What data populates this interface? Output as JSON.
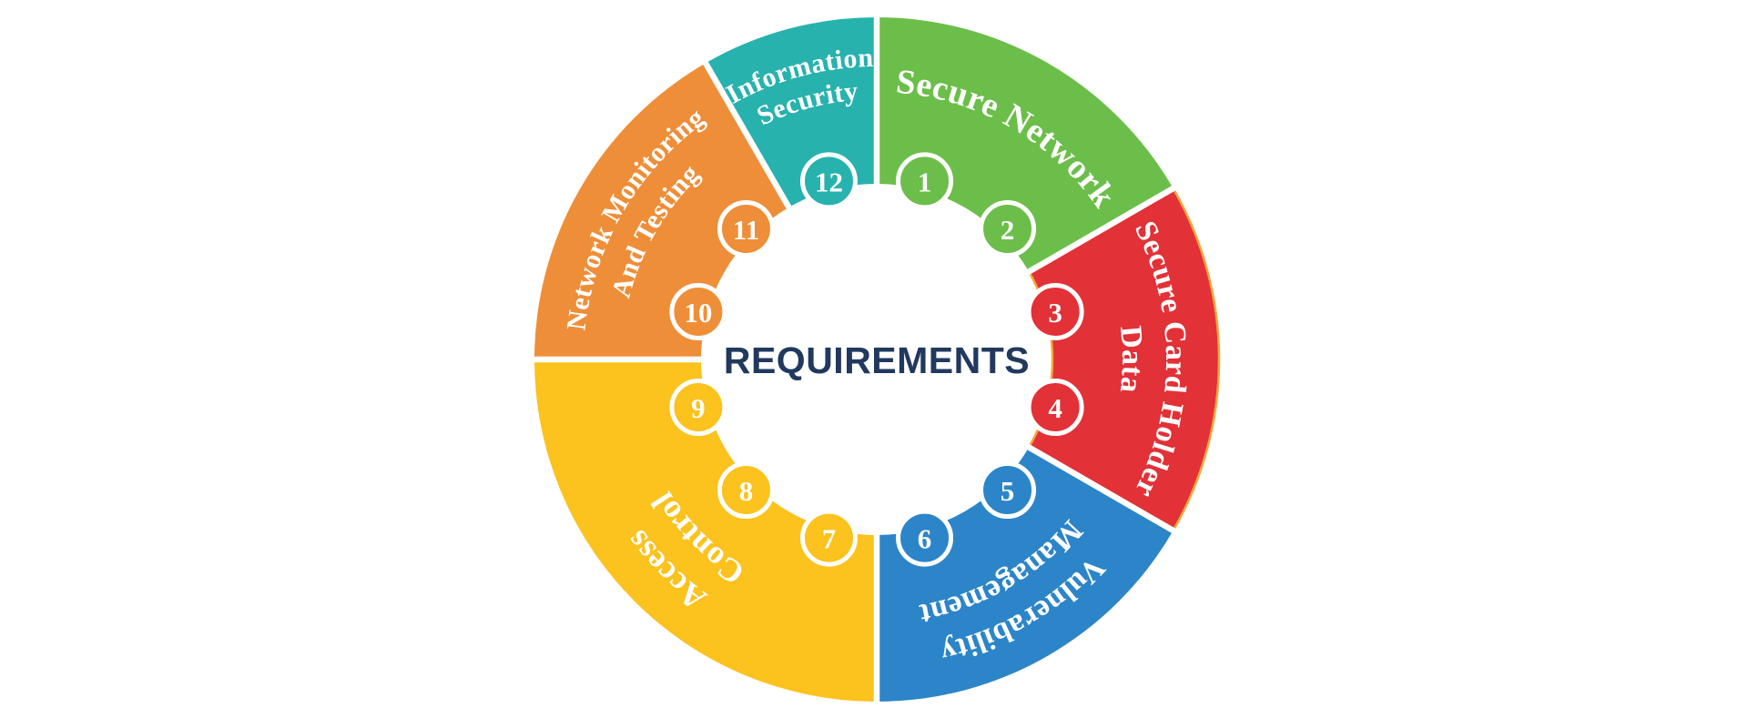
{
  "center_title": "REQUIREMENTS",
  "center_title_color": "#21395E",
  "background_color": "#FFFFFF",
  "divider_color": "#FFFFFF",
  "label_text_color": "#FFFFFF",
  "wheel": {
    "segments": [
      {
        "id": "information-security",
        "color": "#27B2AE",
        "start_angle": -30,
        "end_angle": 0,
        "label_lines": [
          {
            "text": "Information",
            "radius": 322,
            "font_size": 30
          },
          {
            "text": "Security",
            "radius": 286,
            "font_size": 30
          }
        ],
        "numbers": [
          {
            "label": "12",
            "angle": -15
          }
        ]
      },
      {
        "id": "secure-network",
        "color": "#6CBE4A",
        "start_angle": 0,
        "end_angle": 60,
        "label_lines": [
          {
            "text": "Secure Network",
            "radius": 294,
            "font_size": 38
          }
        ],
        "numbers": [
          {
            "label": "1",
            "angle": 15
          },
          {
            "label": "2",
            "angle": 45
          }
        ]
      },
      {
        "id": "secure-card-holder-data",
        "color": "#E23137",
        "outline_color": "#F5A83B",
        "start_angle": 60,
        "end_angle": 120,
        "label_lines": [
          {
            "text": "Secure Card Holder",
            "radius": 318,
            "font_size": 34
          },
          {
            "text": "Data",
            "radius": 270,
            "font_size": 34
          }
        ],
        "numbers": [
          {
            "label": "3",
            "angle": 75
          },
          {
            "label": "4",
            "angle": 105
          }
        ]
      },
      {
        "id": "vulnerability-management",
        "color": "#2C85C8",
        "start_angle": 120,
        "end_angle": 180,
        "label_lines": [
          {
            "text": "Vulnerability",
            "radius": 320,
            "font_size": 34
          },
          {
            "text": "Management",
            "radius": 274,
            "font_size": 34
          }
        ],
        "numbers": [
          {
            "label": "5",
            "angle": 135
          },
          {
            "label": "6",
            "angle": 165
          }
        ]
      },
      {
        "id": "access-control",
        "color": "#FCC21D",
        "start_angle": 180,
        "end_angle": 270,
        "label_lines": [
          {
            "text": "Access",
            "radius": 318,
            "font_size": 36
          },
          {
            "text": "Control",
            "radius": 270,
            "font_size": 36
          }
        ],
        "numbers": [
          {
            "label": "7",
            "angle": 195
          },
          {
            "label": "8",
            "angle": 225
          },
          {
            "label": "9",
            "angle": 255
          }
        ]
      },
      {
        "id": "network-monitoring-and-testing",
        "color": "#EF8E38",
        "start_angle": 270,
        "end_angle": 330,
        "label_lines": [
          {
            "text": "Network Monitoring",
            "radius": 322,
            "font_size": 30
          },
          {
            "text": "And Testing",
            "radius": 280,
            "font_size": 30
          }
        ],
        "numbers": [
          {
            "label": "10",
            "angle": 285
          },
          {
            "label": "11",
            "angle": 315
          }
        ]
      }
    ]
  }
}
